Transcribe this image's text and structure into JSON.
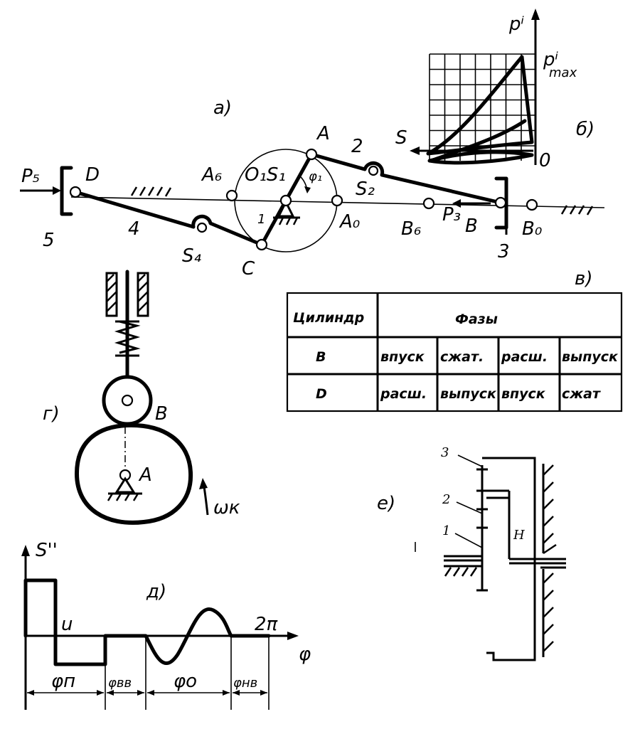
{
  "panels": {
    "a": "a)",
    "b": "б)",
    "v": "в)",
    "g": "г)",
    "d": "д)",
    "e": "е)"
  },
  "mechanism": {
    "labels": {
      "P5": "P₅",
      "D": "D",
      "A6": "A₆",
      "O1S1": "O₁S₁",
      "A": "A",
      "phi1": "φ₁",
      "link2": "2",
      "S2": "S₂",
      "A0": "A₀",
      "B6": "B₆",
      "P3": "P₃",
      "B": "B",
      "B0": "B₀",
      "link5": "5",
      "link4": "4",
      "S4": "S₄",
      "link1": "1",
      "C": "C",
      "link3": "3"
    }
  },
  "pressure": {
    "axis_label": "pⁱ",
    "max_label": "pⁱ",
    "max_sub": "max",
    "s_label": "S",
    "zero_label": "0"
  },
  "phase_table": {
    "headers": [
      "Цилиндр",
      "Фазы"
    ],
    "rows": [
      {
        "cyl": "B",
        "phases": [
          "впуск",
          "сжат.",
          "расш.",
          "выпуск"
        ]
      },
      {
        "cyl": "D",
        "phases": [
          "расш.",
          "выпуск",
          "впуск",
          "сжат"
        ]
      }
    ]
  },
  "cam": {
    "follower_label": "B",
    "center_label": "A",
    "omega_label": "ωк"
  },
  "acceleration": {
    "y_label": "S''",
    "u_label": "u",
    "end_label": "2π",
    "x_label": "φ",
    "intervals": [
      "φп",
      "φвв",
      "φо",
      "φнв"
    ]
  },
  "gear": {
    "labels": [
      "3",
      "2",
      "1",
      "H"
    ]
  }
}
